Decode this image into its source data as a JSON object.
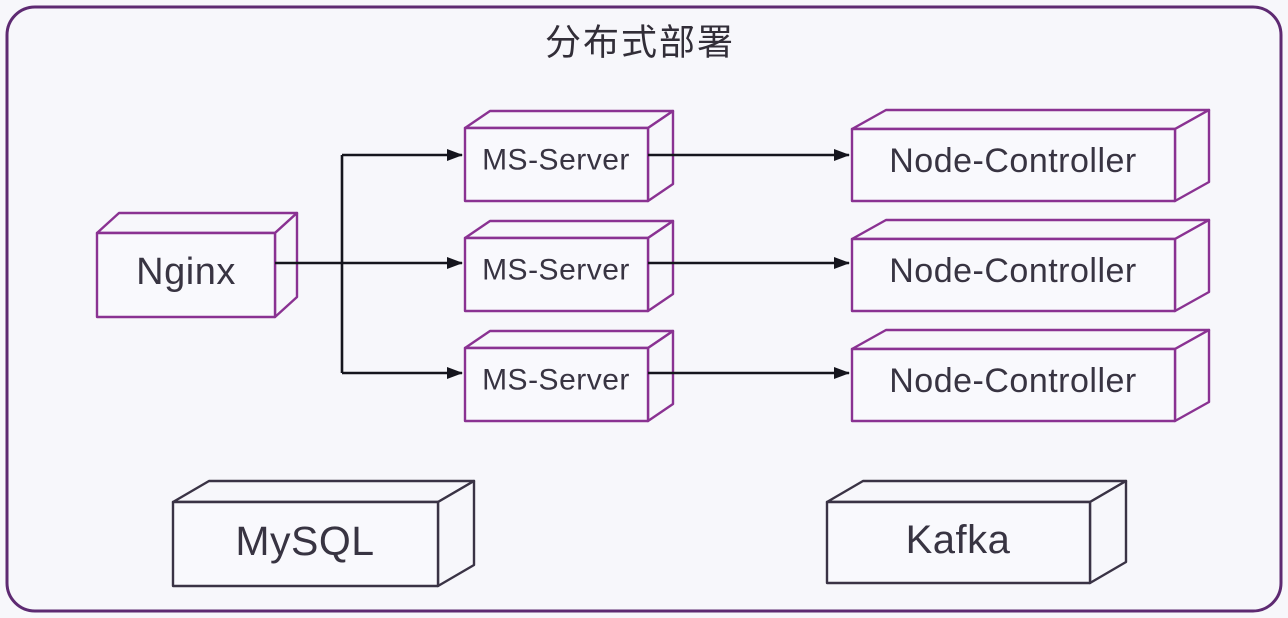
{
  "diagram": {
    "title": "分布式部署",
    "colors": {
      "background": "#f7f7fb",
      "frame_stroke": "#5e2a72",
      "purple_node_stroke": "#8a3292",
      "dark_node_stroke": "#3a3345",
      "arrow": "#15151d",
      "label_text": "#383442"
    },
    "nodes": {
      "nginx": {
        "label": "Nginx"
      },
      "ms_servers": [
        {
          "label": "MS-Server"
        },
        {
          "label": "MS-Server"
        },
        {
          "label": "MS-Server"
        }
      ],
      "node_controllers": [
        {
          "label": "Node-Controller"
        },
        {
          "label": "Node-Controller"
        },
        {
          "label": "Node-Controller"
        }
      ],
      "mysql": {
        "label": "MySQL"
      },
      "kafka": {
        "label": "Kafka"
      }
    },
    "edges": [
      {
        "from": "nginx",
        "to": "ms-server-1"
      },
      {
        "from": "nginx",
        "to": "ms-server-2"
      },
      {
        "from": "nginx",
        "to": "ms-server-3"
      },
      {
        "from": "ms-server-1",
        "to": "node-controller-1"
      },
      {
        "from": "ms-server-2",
        "to": "node-controller-2"
      },
      {
        "from": "ms-server-3",
        "to": "node-controller-3"
      }
    ]
  }
}
